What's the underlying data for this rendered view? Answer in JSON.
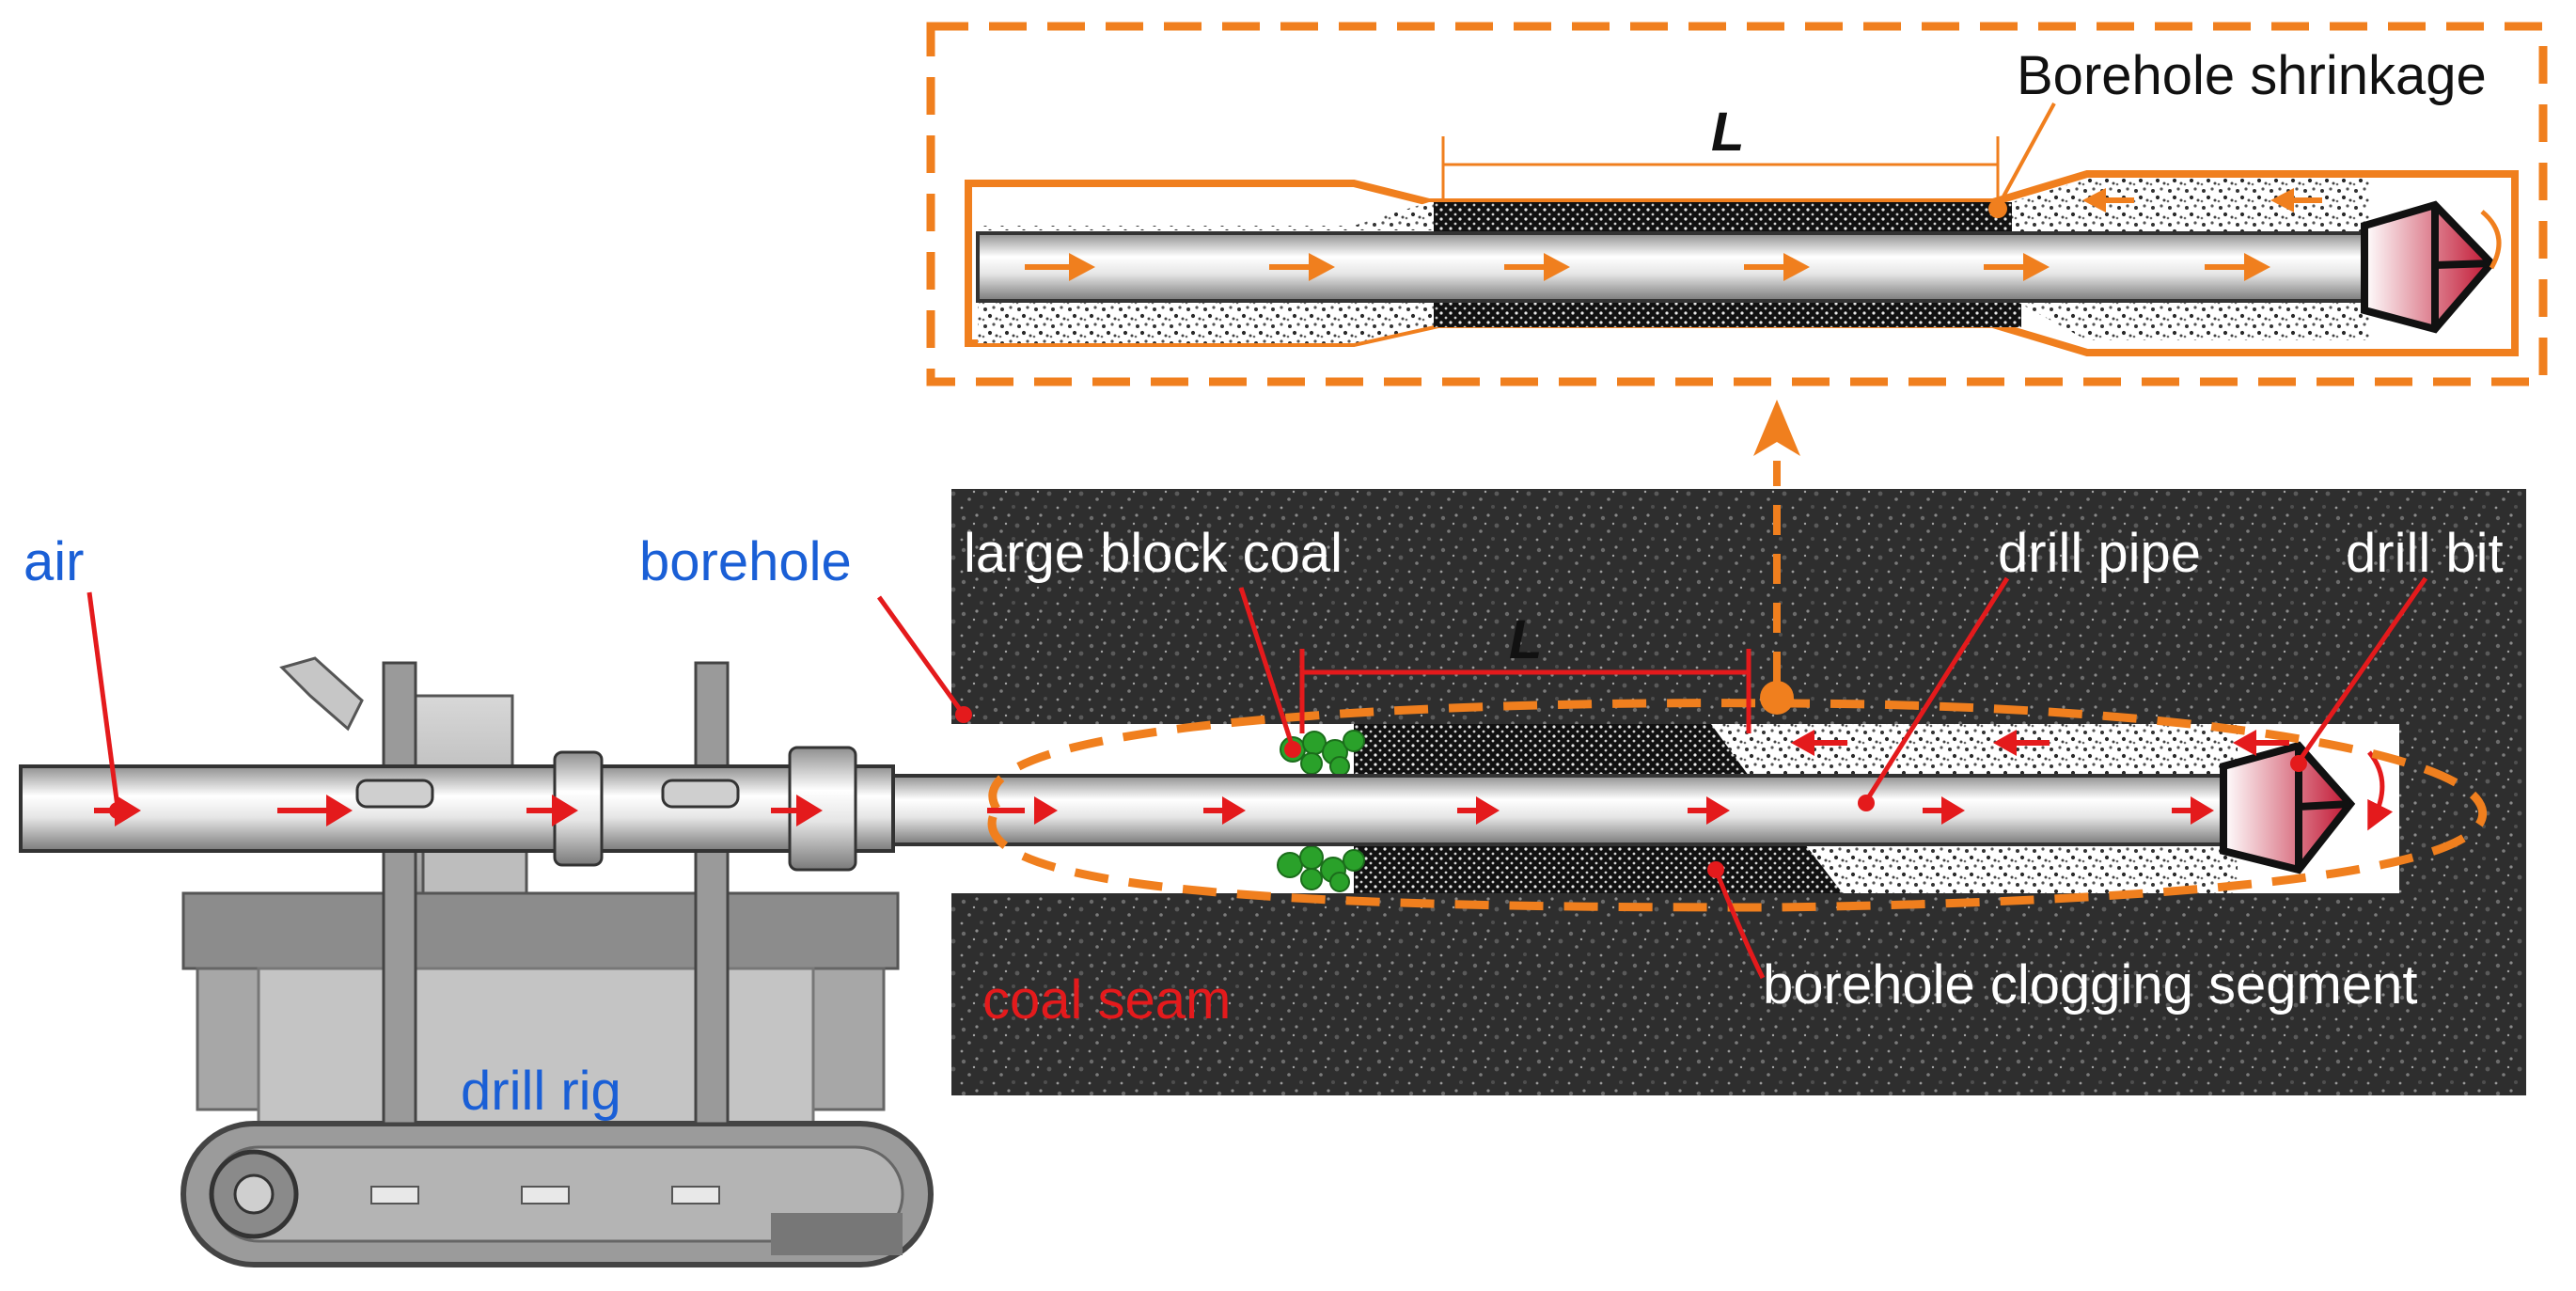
{
  "labels": {
    "air": "air",
    "borehole": "borehole",
    "large_block_coal": "large block coal",
    "drill_pipe": "drill pipe",
    "drill_bit": "drill bit",
    "coal_seam": "coal seam",
    "drill_rig": "drill rig",
    "clogging_segment": "borehole clogging segment",
    "shrinkage": "Borehole shrinkage",
    "length_main": "L",
    "length_inset": "L"
  },
  "colors": {
    "orange": "#f07f1e",
    "red": "#e41a1c",
    "blue": "#1a5fd6",
    "green": "#2aa12a",
    "coal": "#2b2b2b"
  }
}
